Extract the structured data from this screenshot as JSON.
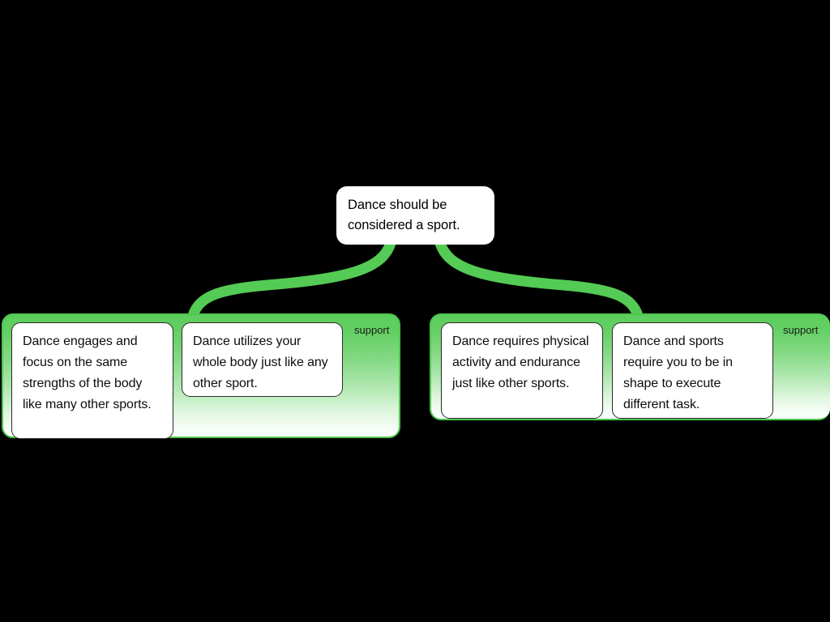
{
  "diagram": {
    "type": "argument-map",
    "background_color": "#000000",
    "accent_color": "#5ccd5c",
    "root": {
      "text": "Dance should be considered a sport.",
      "line1": "Dance should be",
      "line2": "considered a sport."
    },
    "groups": [
      {
        "id": "left",
        "relation_label": "support",
        "cards": [
          {
            "id": "card-0",
            "text": "Dance engages and focus on the same strengths of the body like many other sports."
          },
          {
            "id": "card-1",
            "text": "Dance utilizes your whole body just like any other sport."
          }
        ]
      },
      {
        "id": "right",
        "relation_label": "support",
        "cards": [
          {
            "id": "card-2",
            "text": "Dance requires physical activity and endurance just like other sports."
          },
          {
            "id": "card-3",
            "text": "Dance and sports require you to be in shape to execute different task."
          }
        ]
      }
    ]
  }
}
